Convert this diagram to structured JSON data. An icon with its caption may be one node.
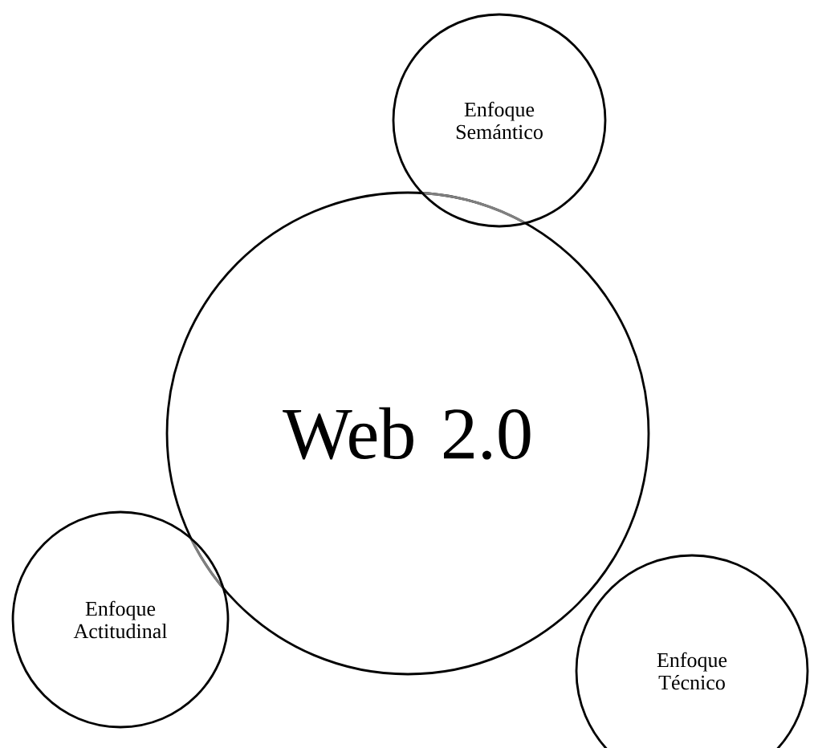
{
  "diagram": {
    "nodes": [
      {
        "text": [
          "Web 2.0"
        ]
      },
      {
        "text": [
          "Enfoque Semántico"
        ]
      },
      {
        "text": [
          "Enfoque Actitudinal"
        ]
      },
      {
        "text": [
          "Enfoque Técnico"
        ]
      }
    ]
  }
}
